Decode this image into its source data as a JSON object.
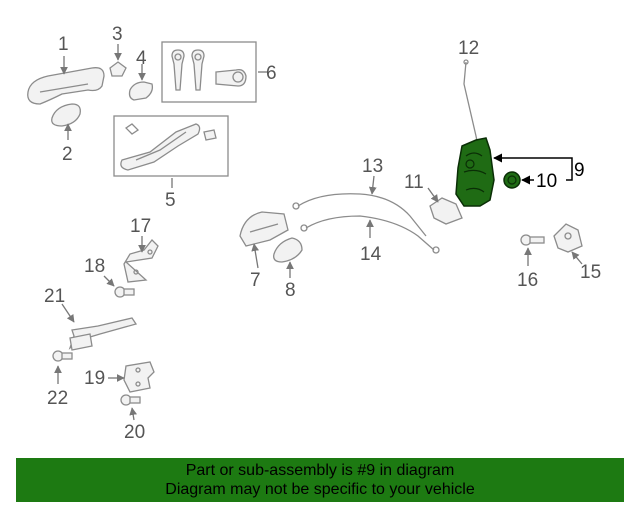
{
  "callouts": {
    "c1": "1",
    "c2": "2",
    "c3": "3",
    "c4": "4",
    "c5": "5",
    "c6": "6",
    "c7": "7",
    "c8": "8",
    "c9": "9",
    "c10": "10",
    "c11": "11",
    "c12": "12",
    "c13": "13",
    "c14": "14",
    "c15": "15",
    "c16": "16",
    "c17": "17",
    "c18": "18",
    "c19": "19",
    "c20": "20",
    "c21": "21",
    "c22": "22"
  },
  "highlight": {
    "part_number": "9",
    "fill_color": "#1f6b14",
    "banner_color": "#1d7a12"
  },
  "banner": {
    "line1": "Part or sub-assembly is #9 in diagram",
    "line2": "Diagram may not be specific to your vehicle"
  }
}
